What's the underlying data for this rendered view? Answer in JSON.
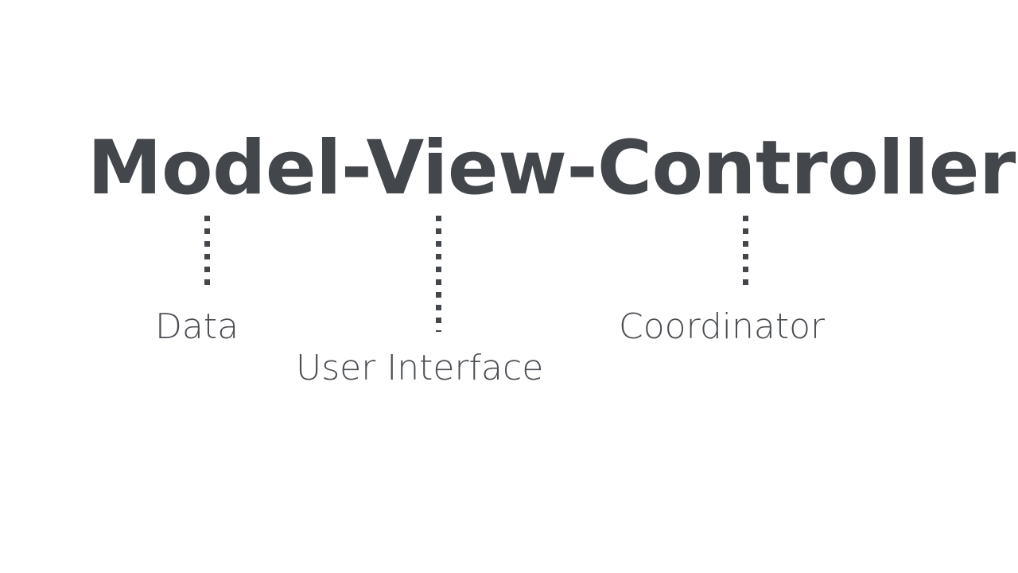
{
  "slide": {
    "background_color": "#ffffff",
    "title": {
      "text": "Model-View-Controller",
      "color": "#43464a"
    },
    "parts": [
      {
        "term": "Model",
        "label": "Data",
        "connector": "dotted-vertical-line",
        "color": "#43464a"
      },
      {
        "term": "View",
        "label": "User Interface",
        "connector": "dotted-vertical-line",
        "color": "#43464a"
      },
      {
        "term": "Controller",
        "label": "Coordinator",
        "connector": "dotted-vertical-line",
        "color": "#43464a"
      }
    ],
    "label_color": "#4a4d52"
  }
}
